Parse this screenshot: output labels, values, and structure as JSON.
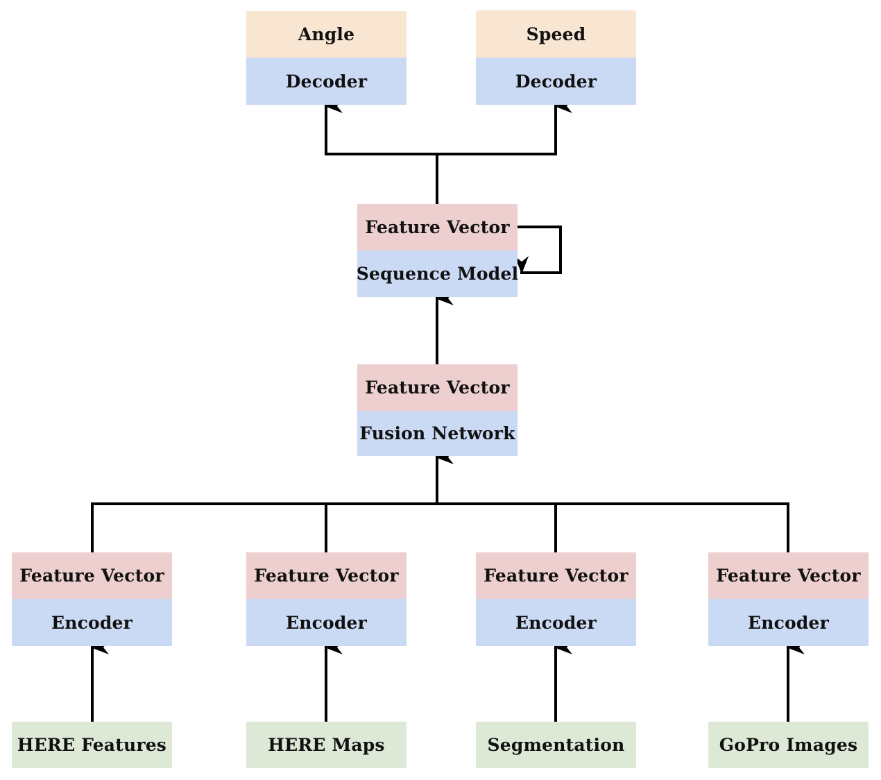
{
  "outputs": [
    {
      "top": "Angle",
      "bottom": "Decoder"
    },
    {
      "top": "Speed",
      "bottom": "Decoder"
    }
  ],
  "sequence": {
    "top": "Feature Vector",
    "bottom": "Sequence Model"
  },
  "fusion": {
    "top": "Feature Vector",
    "bottom": "Fusion Network"
  },
  "encoders": [
    {
      "top": "Feature Vector",
      "bottom": "Encoder"
    },
    {
      "top": "Feature Vector",
      "bottom": "Encoder"
    },
    {
      "top": "Feature Vector",
      "bottom": "Encoder"
    },
    {
      "top": "Feature Vector",
      "bottom": "Encoder"
    }
  ],
  "inputs": [
    "HERE Features",
    "HERE Maps",
    "Segmentation",
    "GoPro Images"
  ],
  "colors": {
    "output_head": "#f8e6d2",
    "module": "#cbdaf4",
    "feature_vector": "#eccfce",
    "input": "#dde9d6",
    "connector": "#000000"
  }
}
